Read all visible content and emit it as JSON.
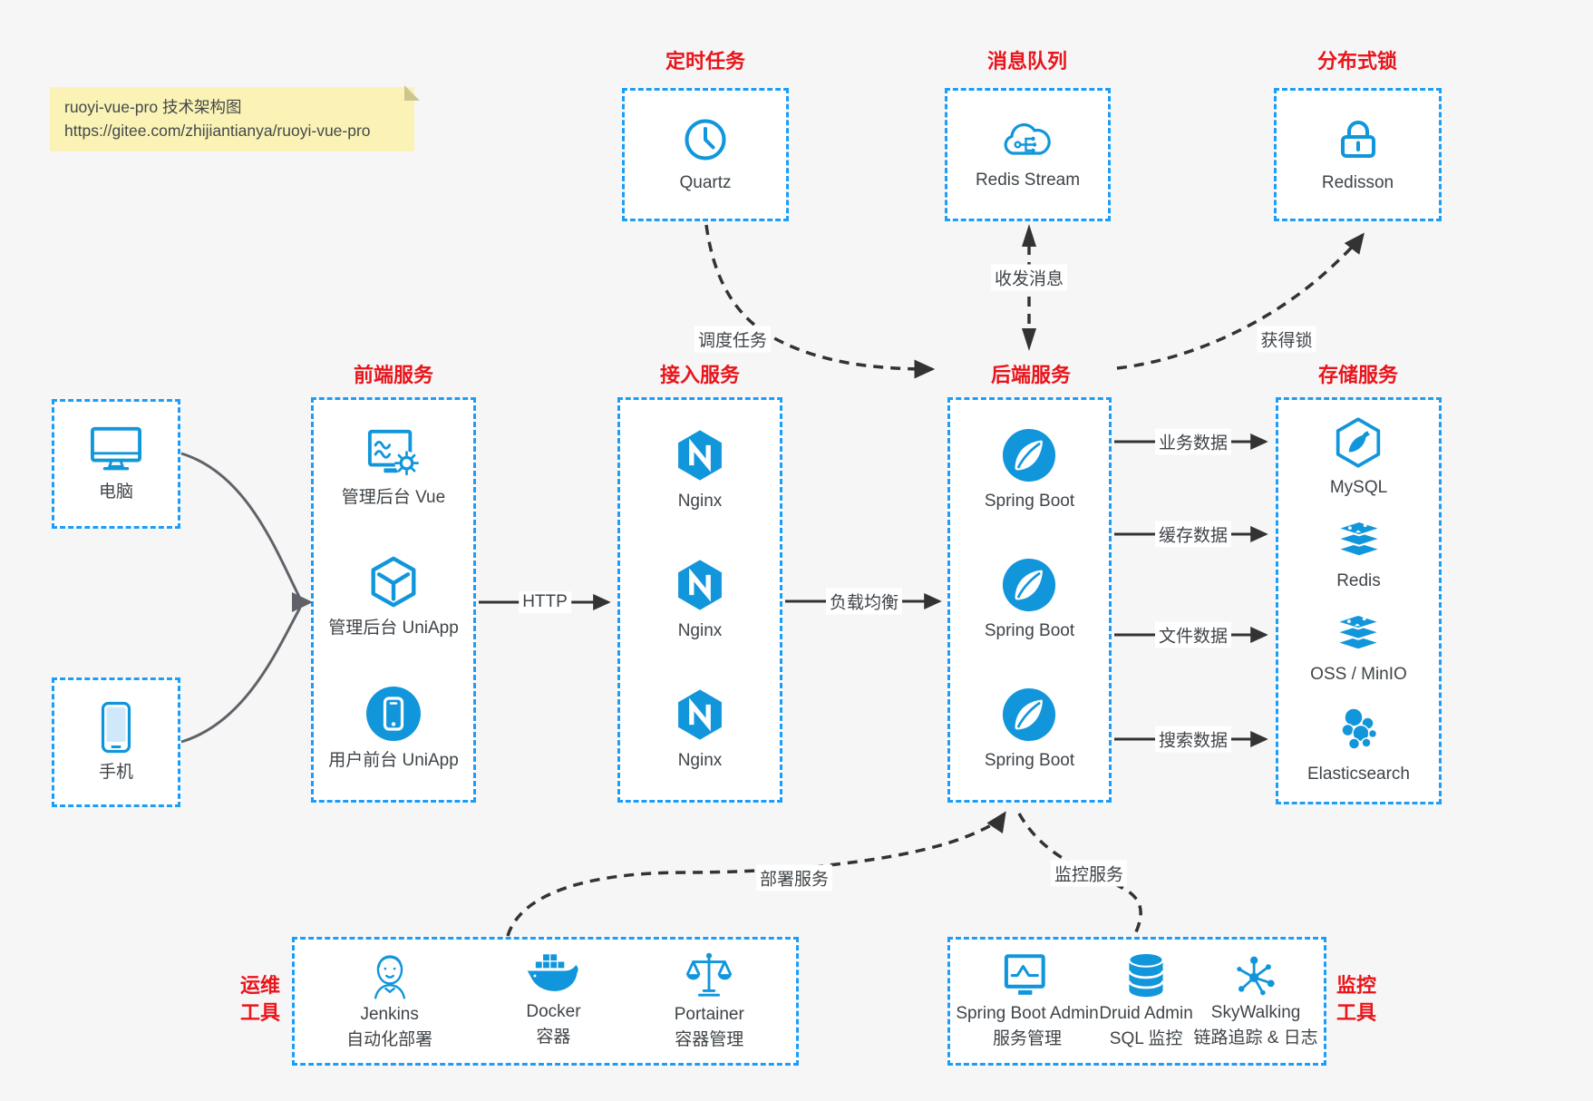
{
  "note": {
    "line1": "ruoyi-vue-pro 技术架构图",
    "line2": "https://gitee.com/zhijiantianya/ruoyi-vue-pro"
  },
  "colors": {
    "accent_blue": "#1296db",
    "border_blue": "#1b9df8",
    "title_red": "#e8151b",
    "arrow_dark": "#333333",
    "client_arrow_gray": "#5f6368",
    "note_bg": "#faf3b5",
    "canvas_bg": "#f6f6f7"
  },
  "groups": {
    "scheduler": {
      "title": "定时任务",
      "items": [
        {
          "icon": "clock-icon",
          "label": "Quartz"
        }
      ]
    },
    "mq": {
      "title": "消息队列",
      "items": [
        {
          "icon": "cloud-network-icon",
          "label": "Redis Stream"
        }
      ]
    },
    "lock": {
      "title": "分布式锁",
      "items": [
        {
          "icon": "lock-icon",
          "label": "Redisson"
        }
      ]
    },
    "clients": {
      "computer": "电脑",
      "phone": "手机"
    },
    "frontend": {
      "title": "前端服务",
      "items": [
        {
          "icon": "admin-monitor-gear-icon",
          "label": "管理后台 Vue"
        },
        {
          "icon": "cube-icon",
          "label": "管理后台 UniApp"
        },
        {
          "icon": "phone-circle-icon",
          "label": "用户前台 UniApp"
        }
      ]
    },
    "gateway": {
      "title": "接入服务",
      "items": [
        {
          "icon": "nginx-icon",
          "label": "Nginx"
        },
        {
          "icon": "nginx-icon",
          "label": "Nginx"
        },
        {
          "icon": "nginx-icon",
          "label": "Nginx"
        }
      ]
    },
    "backend": {
      "title": "后端服务",
      "items": [
        {
          "icon": "spring-boot-icon",
          "label": "Spring Boot"
        },
        {
          "icon": "spring-boot-icon",
          "label": "Spring Boot"
        },
        {
          "icon": "spring-boot-icon",
          "label": "Spring Boot"
        }
      ]
    },
    "storage": {
      "title": "存储服务",
      "items": [
        {
          "icon": "mysql-dolphin-icon",
          "label": "MySQL"
        },
        {
          "icon": "redis-stack-icon",
          "label": "Redis"
        },
        {
          "icon": "redis-stack-icon",
          "label": "OSS / MinIO"
        },
        {
          "icon": "elasticsearch-icon",
          "label": "Elasticsearch"
        }
      ]
    },
    "ops": {
      "title1": "运维",
      "title2": "工具",
      "items": [
        {
          "icon": "jenkins-icon",
          "name": "Jenkins",
          "desc": "自动化部署"
        },
        {
          "icon": "docker-whale-icon",
          "name": "Docker",
          "desc": "容器"
        },
        {
          "icon": "scales-icon",
          "name": "Portainer",
          "desc": "容器管理"
        }
      ]
    },
    "monitor": {
      "title1": "监控",
      "title2": "工具",
      "items": [
        {
          "icon": "chart-monitor-icon",
          "name": "Spring Boot Admin",
          "desc": "服务管理"
        },
        {
          "icon": "database-cylinder-icon",
          "name": "Druid Admin",
          "desc": "SQL 监控"
        },
        {
          "icon": "network-nodes-icon",
          "name": "SkyWalking",
          "desc": "链路追踪 & 日志"
        }
      ]
    }
  },
  "edges": {
    "http": "HTTP",
    "lb": "负载均衡",
    "schedule": "调度任务",
    "message": "收发消息",
    "get_lock": "获得锁",
    "biz": "业务数据",
    "cache": "缓存数据",
    "file": "文件数据",
    "search": "搜索数据",
    "deploy": "部署服务",
    "monitor": "监控服务"
  }
}
